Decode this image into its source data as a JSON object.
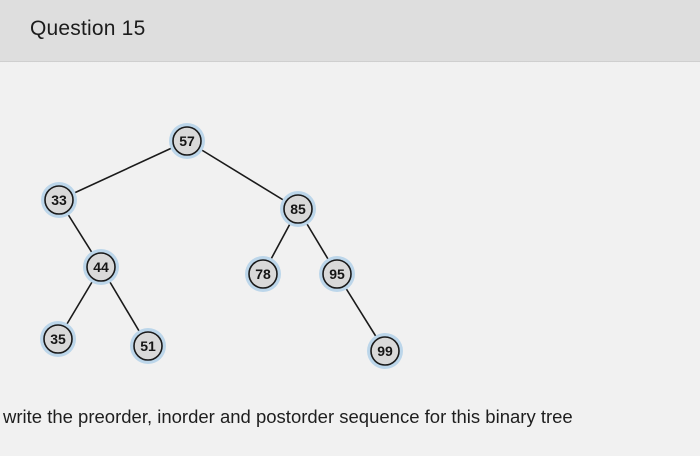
{
  "question": {
    "title": "Question 15",
    "instruction": "write the preorder, inorder and postorder sequence for this binary tree"
  },
  "tree": {
    "nodes": [
      {
        "id": "n57",
        "label": "57"
      },
      {
        "id": "n33",
        "label": "33"
      },
      {
        "id": "n85",
        "label": "85"
      },
      {
        "id": "n44",
        "label": "44"
      },
      {
        "id": "n78",
        "label": "78"
      },
      {
        "id": "n95",
        "label": "95"
      },
      {
        "id": "n35",
        "label": "35"
      },
      {
        "id": "n51",
        "label": "51"
      },
      {
        "id": "n99",
        "label": "99"
      }
    ],
    "edges": [
      {
        "from": "n57",
        "to": "n33"
      },
      {
        "from": "n57",
        "to": "n85"
      },
      {
        "from": "n33",
        "to": "n44"
      },
      {
        "from": "n85",
        "to": "n78"
      },
      {
        "from": "n85",
        "to": "n95"
      },
      {
        "from": "n44",
        "to": "n35"
      },
      {
        "from": "n44",
        "to": "n51"
      },
      {
        "from": "n95",
        "to": "n99"
      }
    ]
  }
}
